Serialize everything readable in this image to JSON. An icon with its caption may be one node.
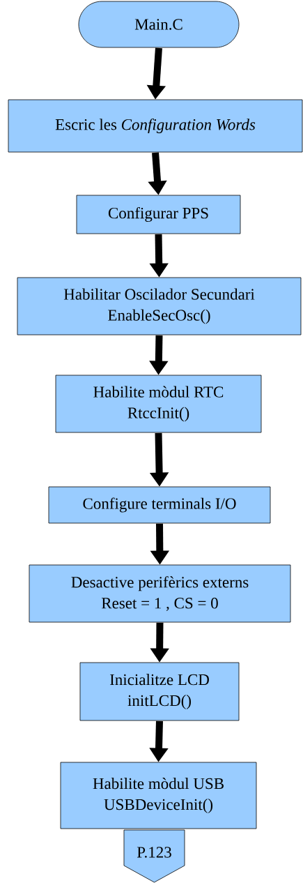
{
  "diagram": {
    "nodes": [
      {
        "text": [
          "Main.C"
        ]
      },
      {
        "text": [
          "Escric les *Configuration Words*"
        ]
      },
      {
        "text": [
          "Configurar PPS"
        ]
      },
      {
        "text": [
          "Habilitar Oscilador Secundari",
          "EnableSecOsc()"
        ]
      },
      {
        "text": [
          "Habilite mòdul RTC",
          "RtccInit()"
        ]
      },
      {
        "text": [
          "Configure terminals I/O"
        ]
      },
      {
        "text": [
          "Desactive perifèrics externs",
          "Reset = 1 ,  CS = 0"
        ]
      },
      {
        "text": [
          "Inicialitze LCD",
          "initLCD()"
        ]
      },
      {
        "text": [
          "Habilite mòdul USB",
          "USBDeviceInit()"
        ]
      },
      {
        "text": [
          "P.123"
        ]
      }
    ],
    "edges": [
      {
        "from": 0,
        "to": 1,
        "arrow": "to"
      },
      {
        "from": 1,
        "to": 2,
        "arrow": "to"
      },
      {
        "from": 2,
        "to": 3,
        "arrow": "to"
      },
      {
        "from": 3,
        "to": 4,
        "arrow": "to"
      },
      {
        "from": 4,
        "to": 5,
        "arrow": "to"
      },
      {
        "from": 5,
        "to": 6,
        "arrow": "to"
      },
      {
        "from": 6,
        "to": 7,
        "arrow": "to"
      },
      {
        "from": 7,
        "to": 8,
        "arrow": "to"
      }
    ]
  }
}
